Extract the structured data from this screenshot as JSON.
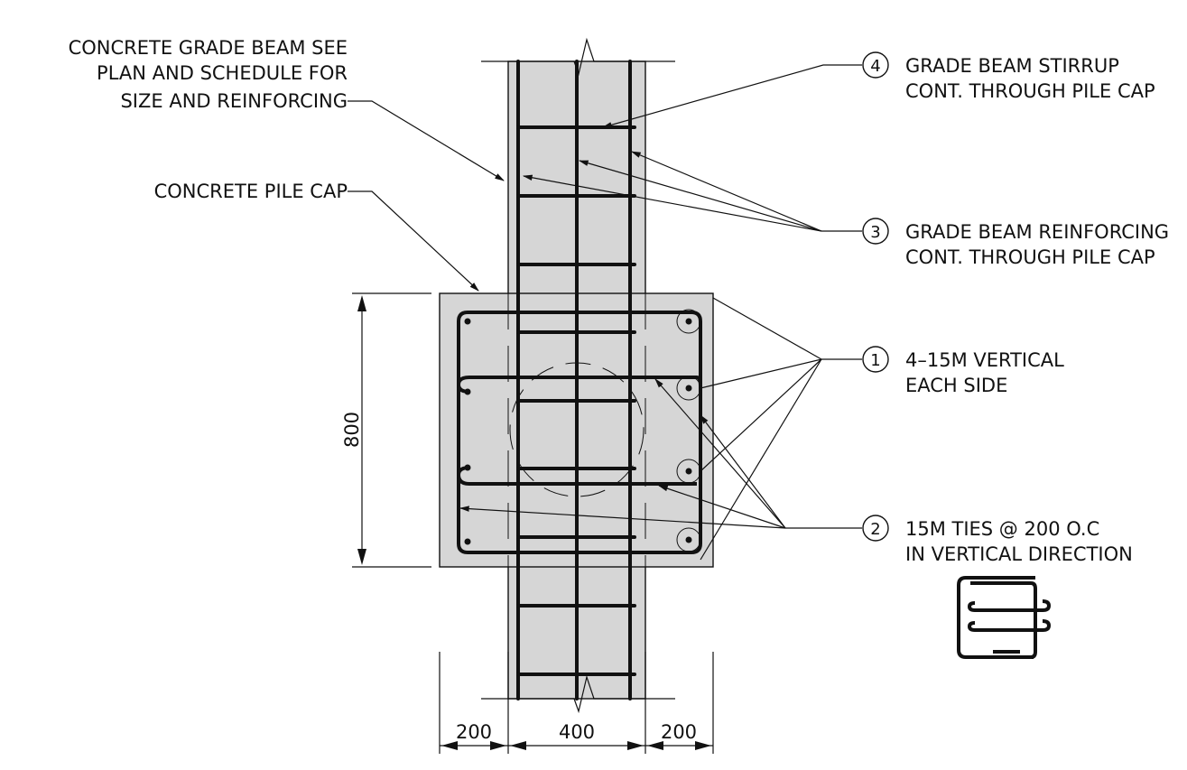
{
  "labels": {
    "grade_beam": [
      "CONCRETE GRADE BEAM SEE",
      "PLAN AND SCHEDULE FOR",
      "SIZE AND REINFORCING"
    ],
    "pile_cap": "CONCRETE PILE CAP"
  },
  "callouts": [
    {
      "number": "4",
      "lines": [
        "GRADE BEAM STIRRUP",
        "CONT. THROUGH PILE CAP"
      ]
    },
    {
      "number": "3",
      "lines": [
        "GRADE BEAM REINFORCING",
        "CONT. THROUGH PILE CAP"
      ]
    },
    {
      "number": "1",
      "lines": [
        "4–15M VERTICAL",
        "EACH SIDE"
      ]
    },
    {
      "number": "2",
      "lines": [
        "15M TIES @ 200 O.C",
        "IN VERTICAL DIRECTION"
      ]
    }
  ],
  "dimensions": {
    "left": "200",
    "middle": "400",
    "right": "200",
    "height": "800"
  },
  "colors": {
    "concrete": "#d6d6d6",
    "line": "#111111"
  }
}
